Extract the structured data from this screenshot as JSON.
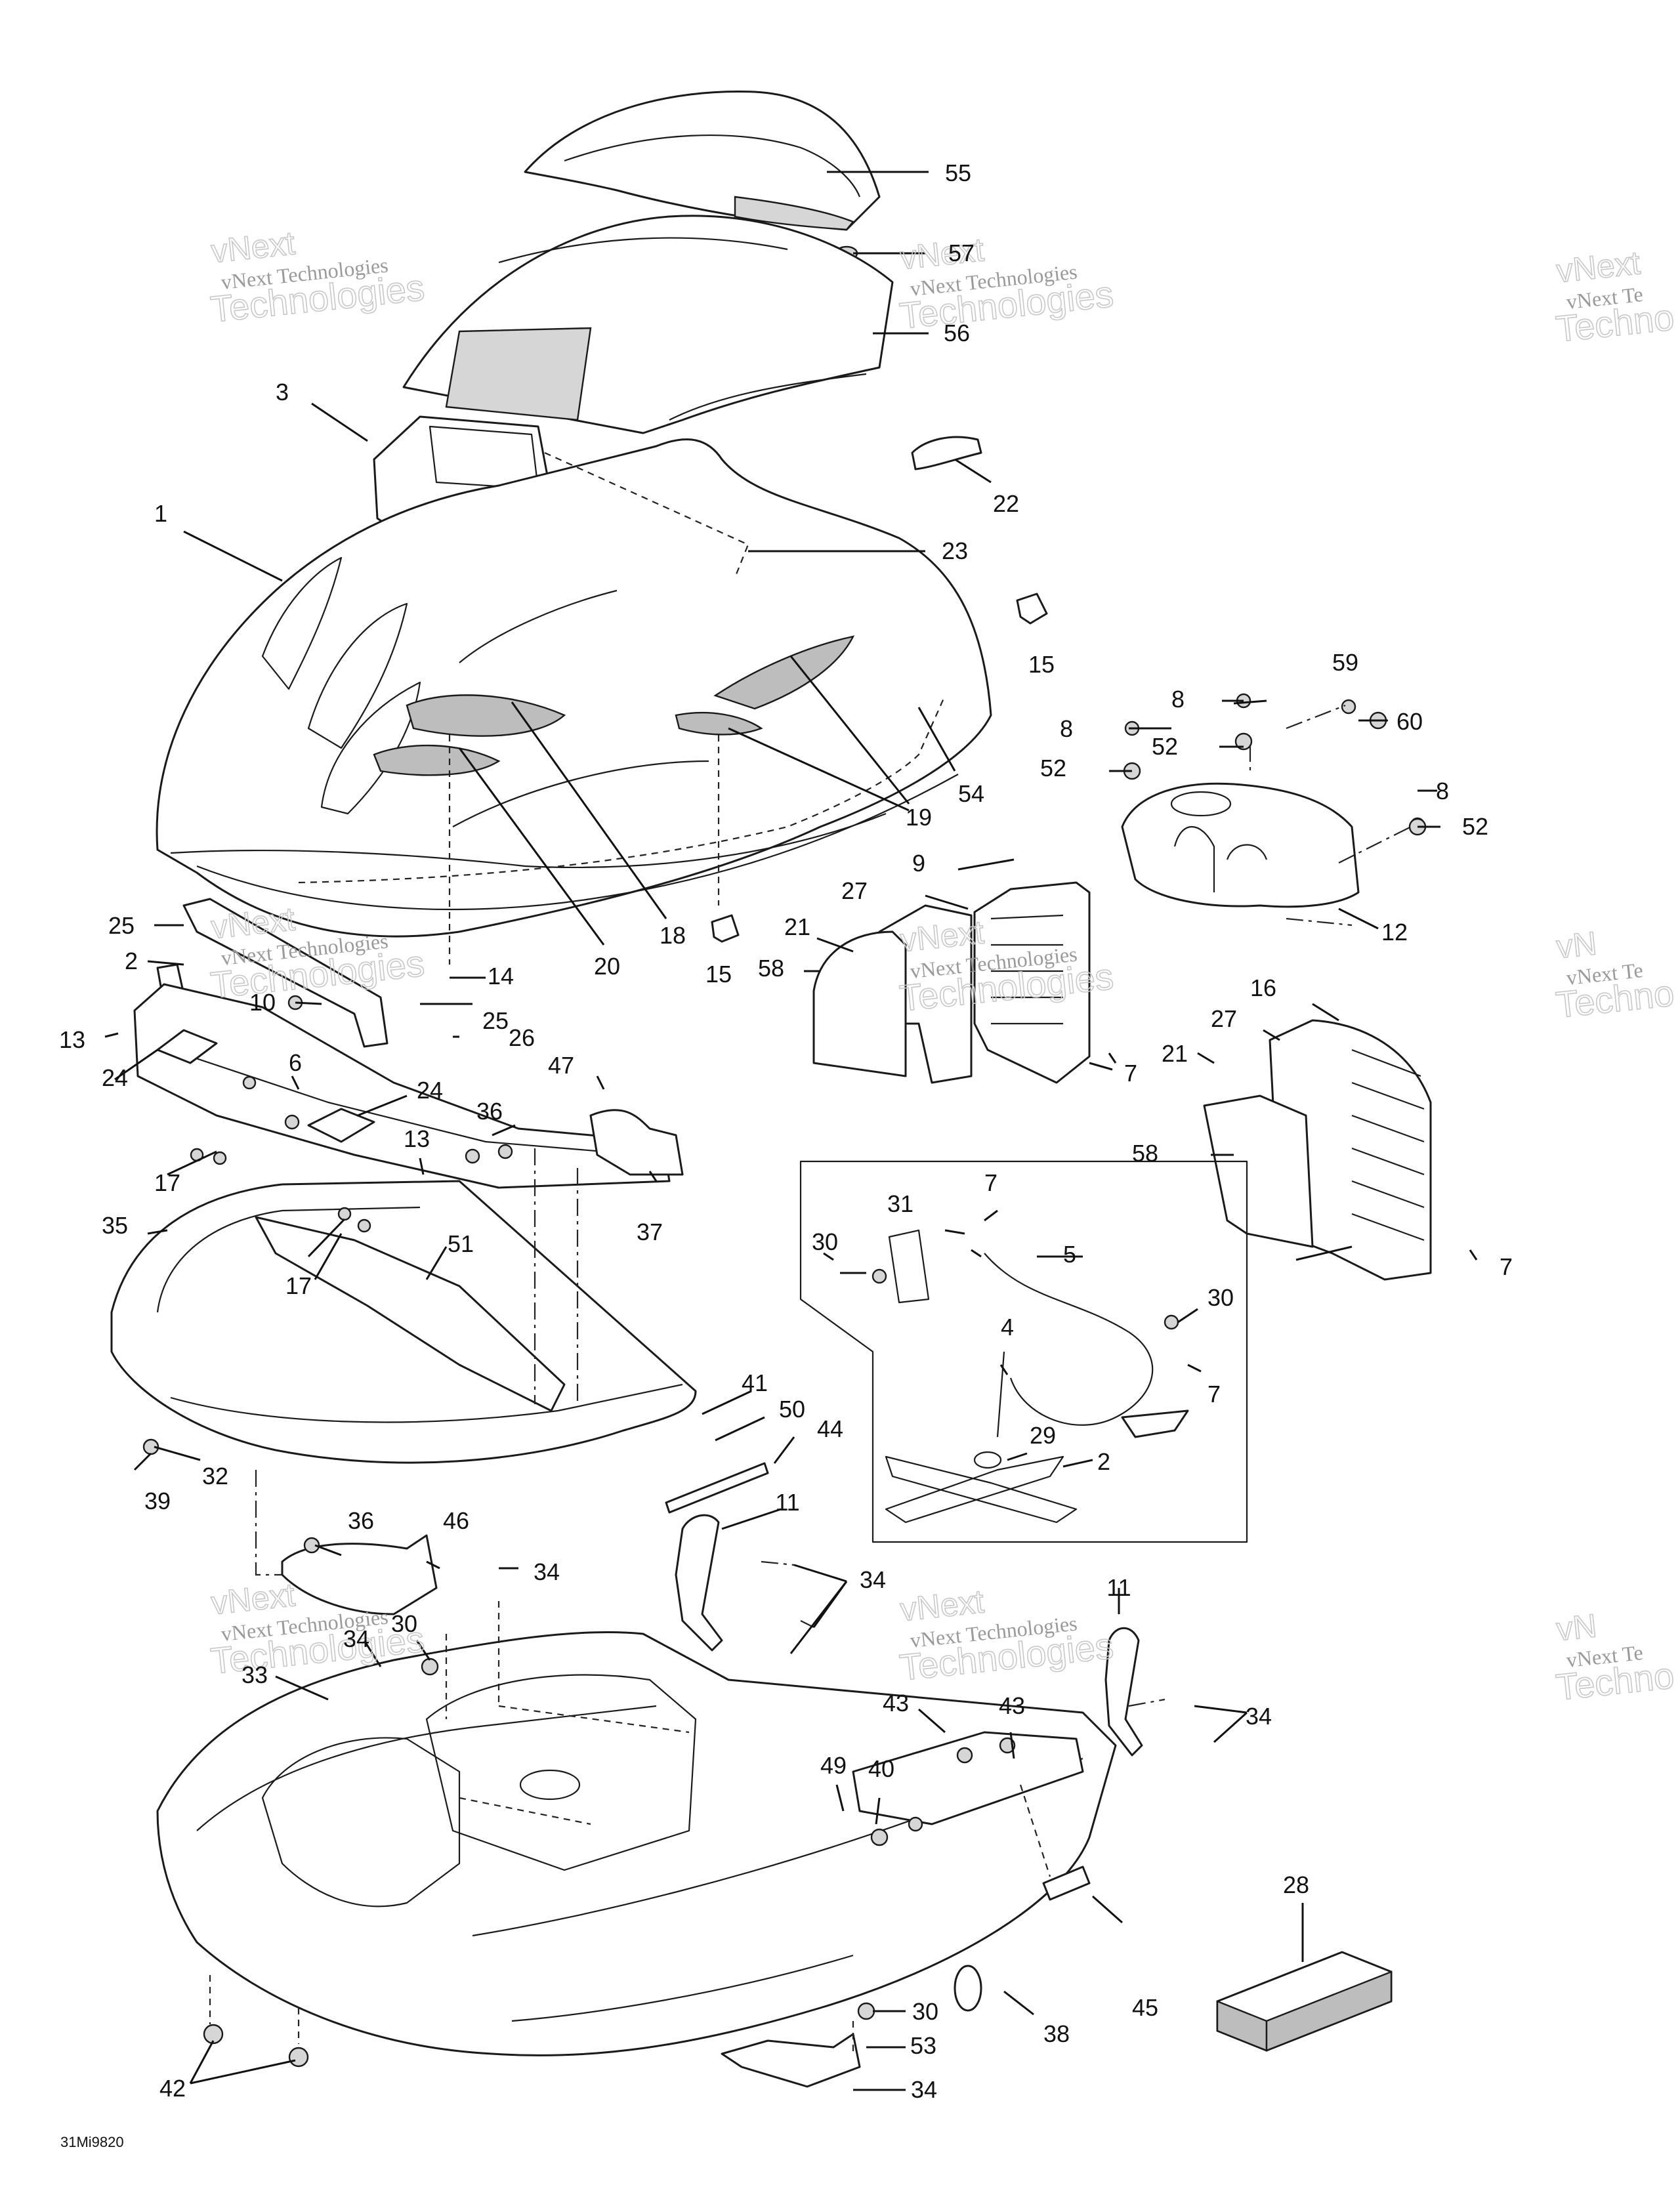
{
  "diagram_code": "31Mi9820",
  "watermarks": [
    {
      "line1": "vNext",
      "line2": "vNext Technologies",
      "line3": "Technologies"
    },
    {
      "line1": "vNext",
      "line2": "vNext Technologies",
      "line3": "Technologies"
    },
    {
      "line1": "vNext",
      "line2": "vNext Te",
      "line3": "Techno"
    },
    {
      "line1": "vNext",
      "line2": "vNext Technologies",
      "line3": "Technologies"
    },
    {
      "line1": "vNext",
      "line2": "vNext Technologies",
      "line3": "Technologies"
    },
    {
      "line1": "vN",
      "line2": "vNext Te",
      "line3": "Techno"
    },
    {
      "line1": "vNext",
      "line2": "vNext Technologies",
      "line3": "Technologies"
    },
    {
      "line1": "vNext",
      "line2": "vNext Technologies",
      "line3": "Technologies"
    },
    {
      "line1": "vN",
      "line2": "vNext Te",
      "line3": "Techno"
    }
  ],
  "callouts": [
    "55",
    "57",
    "56",
    "3",
    "22",
    "1",
    "23",
    "15",
    "59",
    "8",
    "60",
    "8",
    "52",
    "52",
    "8",
    "52",
    "54",
    "19",
    "9",
    "27",
    "12",
    "18",
    "25",
    "2",
    "21",
    "58",
    "20",
    "15",
    "14",
    "10",
    "25",
    "13",
    "26",
    "24",
    "6",
    "16",
    "27",
    "7",
    "21",
    "24",
    "47",
    "36",
    "13",
    "58",
    "17",
    "37",
    "31",
    "7",
    "30",
    "5",
    "35",
    "17",
    "51",
    "7",
    "30",
    "4",
    "41",
    "50",
    "29",
    "7",
    "2",
    "44",
    "32",
    "39",
    "11",
    "36",
    "46",
    "34",
    "34",
    "30",
    "34",
    "33",
    "11",
    "34",
    "43",
    "43",
    "49",
    "40",
    "28",
    "45",
    "38",
    "30",
    "53",
    "42",
    "34"
  ],
  "tags": {
    "upper_body": "1",
    "hood_decal": "55",
    "console_cover": "56",
    "glove_box": "3",
    "rear_vent_grille": "16",
    "insert_panel": "28"
  }
}
